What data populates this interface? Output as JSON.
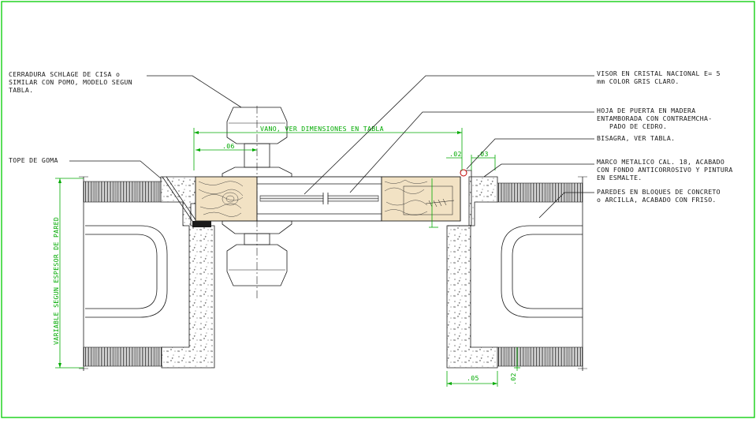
{
  "colors": {
    "frame": "#00cc00",
    "dimension": "#00aa00",
    "linework": "#1a1a1a",
    "wood": "#f2e2c4"
  },
  "labels": {
    "cerradura": [
      "CERRADURA  SCHLAGE DE CISA o",
      "SIMILAR CON POMO, MODELO SEGUN",
      "TABLA."
    ],
    "tope": [
      "TOPE DE GOMA"
    ],
    "visor": [
      "VISOR EN CRISTAL NACIONAL E= 5",
      "mm COLOR GRIS CLARO."
    ],
    "hoja": [
      "HOJA  DE PUERTA  EN  MADERA",
      "ENTAMBORADA CON CONTRAEMCHA-",
      "PADO DE CEDRO."
    ],
    "bisagra": [
      "BISAGRA, VER TABLA."
    ],
    "marco": [
      "MARCO METALICO CAL. 18, ACABADO",
      "CON FONDO ANTICORROSIVO Y PINTURA",
      "EN ESMALTE."
    ],
    "paredes": [
      "PAREDES EN BLOQUES DE CONCRETO",
      "o ARCILLA, ACABADO CON FRISO."
    ]
  },
  "dimensions": {
    "vano": "VANO, VER DIMENSIONES EN TABLA",
    "d06": ".06",
    "d02_top": ".02",
    "d03": ".03",
    "d05": ".05",
    "d02_bottom": ".02",
    "wall": "VARIABLE SEGUN ESPESOR DE PARED"
  }
}
